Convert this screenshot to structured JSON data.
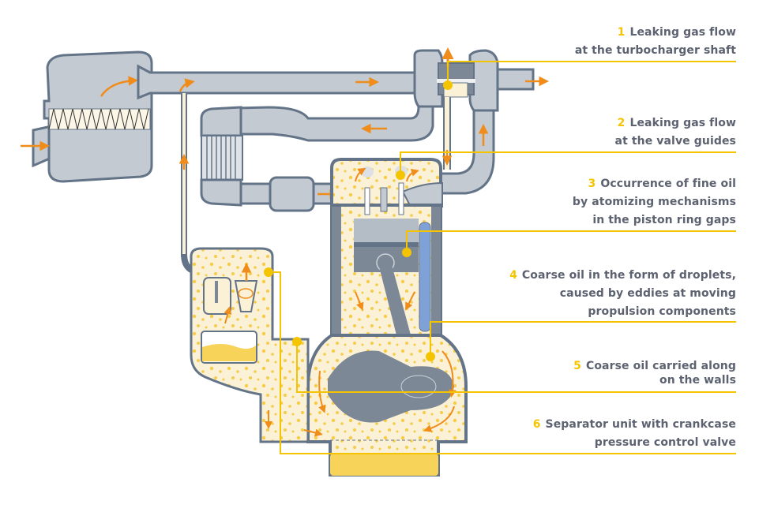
{
  "diagram": {
    "title": "Crankcase ventilation / blow-by gas and oil mist sources",
    "colors": {
      "component_fill": "#c3cad2",
      "component_stroke": "#647488",
      "dark_metal": "#7d8896",
      "oil_mist": "#fbf1d6",
      "oil_drop": "#f6cc48",
      "oil_sump": "#f8d35a",
      "flow_arrow": "#f08c1a",
      "leader_line": "#f5c400",
      "coolant": "#7ea2d8",
      "label_text": "#5c6270"
    },
    "components": [
      "air-filter",
      "intake-pipe",
      "turbocharger",
      "exhaust-outlet",
      "intercooler",
      "throttle-body",
      "cylinder-head",
      "valves",
      "spark-plug",
      "piston",
      "connecting-rod",
      "crankshaft",
      "oil-sump",
      "oil-separator",
      "pressure-control-valve",
      "coolant-jacket"
    ]
  },
  "callouts": [
    {
      "number": "1",
      "lines": [
        "Leaking gas flow",
        "at the turbocharger shaft"
      ]
    },
    {
      "number": "2",
      "lines": [
        "Leaking gas flow",
        "at the valve guides"
      ]
    },
    {
      "number": "3",
      "lines": [
        "Occurrence of fine oil",
        "by atomizing mechanisms",
        "in the piston ring gaps"
      ]
    },
    {
      "number": "4",
      "lines": [
        "Coarse oil in the form of droplets,",
        "caused by eddies at moving",
        "propulsion components"
      ]
    },
    {
      "number": "5",
      "lines": [
        "Coarse oil carried along",
        "on the walls"
      ]
    },
    {
      "number": "6",
      "lines": [
        "Separator unit with crankcase",
        "pressure control valve"
      ]
    }
  ]
}
